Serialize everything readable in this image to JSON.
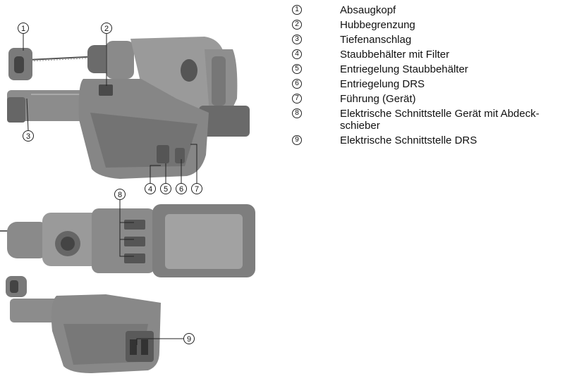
{
  "callouts": [
    "1",
    "2",
    "3",
    "4",
    "5",
    "6",
    "7",
    "8",
    "9"
  ],
  "legend": [
    {
      "num": "1",
      "label": "Absaugkopf"
    },
    {
      "num": "2",
      "label": "Hubbegrenzung"
    },
    {
      "num": "3",
      "label": "Tiefenanschlag"
    },
    {
      "num": "4",
      "label": "Staubbehälter mit Filter"
    },
    {
      "num": "5",
      "label": "Entriegelung Staubbehälter"
    },
    {
      "num": "6",
      "label": "Entriegelung DRS"
    },
    {
      "num": "7",
      "label": "Führung (Gerät)"
    },
    {
      "num": "8",
      "label": "Elektrische Schnittstelle Gerät mit Abdeck-schieber"
    },
    {
      "num": "9",
      "label": "Elektrische Schnittstelle DRS"
    }
  ]
}
